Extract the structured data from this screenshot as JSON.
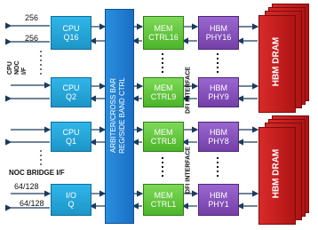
{
  "colors": {
    "cpu": "#2aa6dd",
    "mem": "#5cc23a",
    "hbm": "#8753bd",
    "dram": "#c81e1e",
    "arbiter": "#1f7ed3",
    "lines": "#1b3b5e"
  },
  "cpu_blocks": [
    {
      "line1": "CPU",
      "line2": "Q16"
    },
    {
      "line1": "CPU",
      "line2": "Q2"
    },
    {
      "line1": "CPU",
      "line2": "Q1"
    },
    {
      "line1": "I/O",
      "line2": "Q"
    }
  ],
  "arbiter_label": "ARBITER/CROSS BAR\nREG/SIDE BAND CTRL",
  "mem_blocks": [
    {
      "line1": "MEM",
      "line2": "CTRL16"
    },
    {
      "line1": "MEM",
      "line2": "CTRL9"
    },
    {
      "line1": "MEM",
      "line2": "CTRL8"
    },
    {
      "line1": "MEM",
      "line2": "CTRL1"
    }
  ],
  "hbm_blocks": [
    {
      "line1": "HBM",
      "line2": "PHY16"
    },
    {
      "line1": "HBM",
      "line2": "PHY9"
    },
    {
      "line1": "HBM",
      "line2": "PHY8"
    },
    {
      "line1": "HBM",
      "line2": "PHY1"
    }
  ],
  "dfi_label": "DFI INTERFACE",
  "dram_label": "HBM DRAM",
  "left_labels": {
    "bus_top_1": "256",
    "bus_top_2": "256",
    "cpu_noc": "CPU\nNOC\nI/F",
    "noc_bridge": "NOC BRIDGE I/F",
    "bus_bottom_1": "64/128",
    "bus_bottom_2": "64/128"
  }
}
